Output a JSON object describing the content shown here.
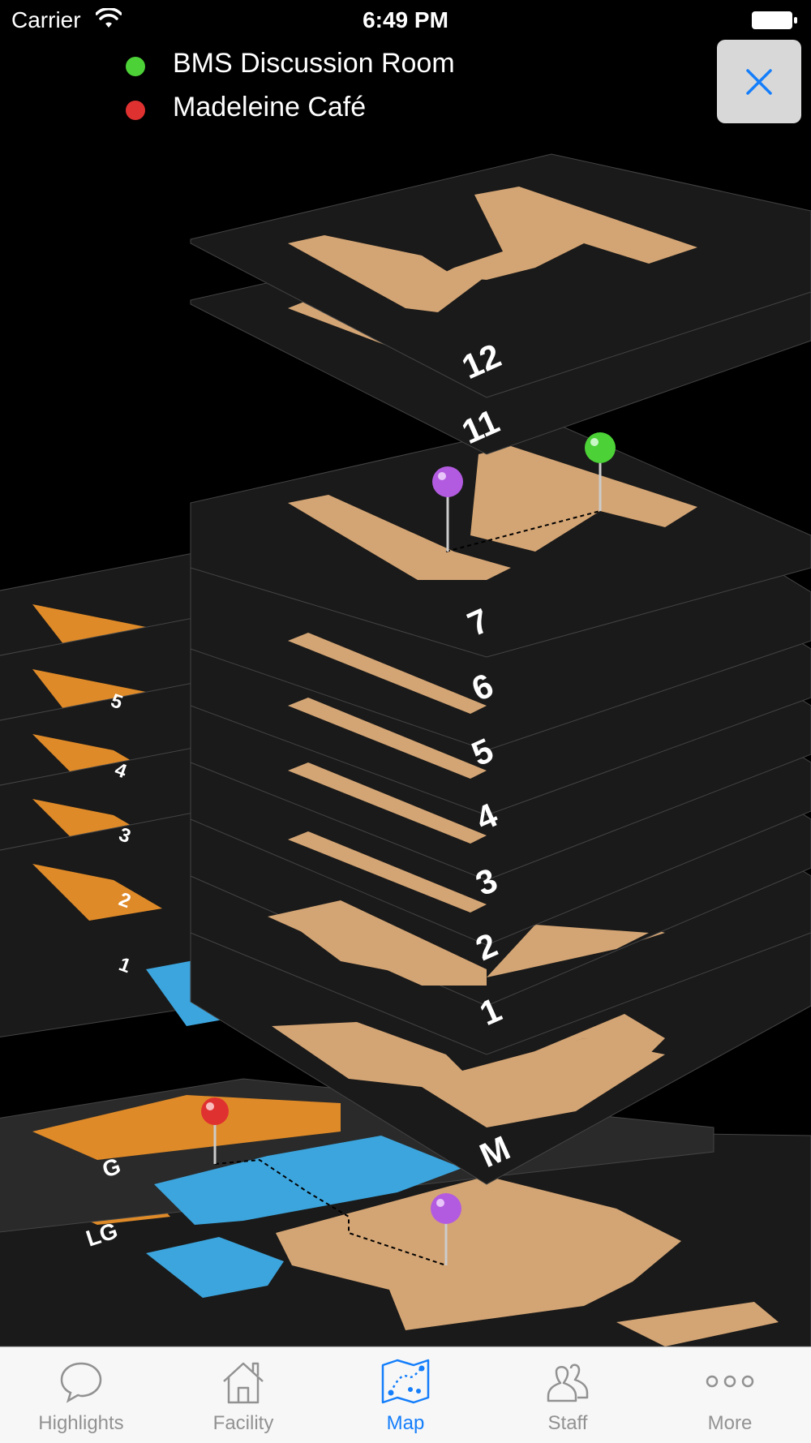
{
  "status_bar": {
    "carrier": "Carrier",
    "time": "6:49 PM"
  },
  "legend": [
    {
      "label": "BMS Discussion Room",
      "color": "#4cd137"
    },
    {
      "label": "Madeleine Café",
      "color": "#e03131"
    }
  ],
  "map": {
    "tower_floors": [
      "12",
      "11",
      "7",
      "6",
      "5",
      "4",
      "3",
      "2",
      "1",
      "M"
    ],
    "left_wing_floors": [
      "5",
      "4",
      "3",
      "2",
      "1",
      "G",
      "LG"
    ],
    "colors": {
      "floor_plate": "#1a1a1a",
      "room_tan": "#d4a574",
      "room_orange": "#df8a28",
      "room_blue": "#3ca5dd",
      "pin_purple": "#b35be0",
      "pin_green": "#4cd137",
      "pin_red": "#e03131"
    }
  },
  "tab_bar": {
    "items": [
      {
        "label": "Highlights",
        "icon": "speech-bubble-icon",
        "active": false
      },
      {
        "label": "Facility",
        "icon": "house-icon",
        "active": false
      },
      {
        "label": "Map",
        "icon": "map-icon",
        "active": true
      },
      {
        "label": "Staff",
        "icon": "people-icon",
        "active": false
      },
      {
        "label": "More",
        "icon": "more-dots-icon",
        "active": false
      }
    ]
  }
}
